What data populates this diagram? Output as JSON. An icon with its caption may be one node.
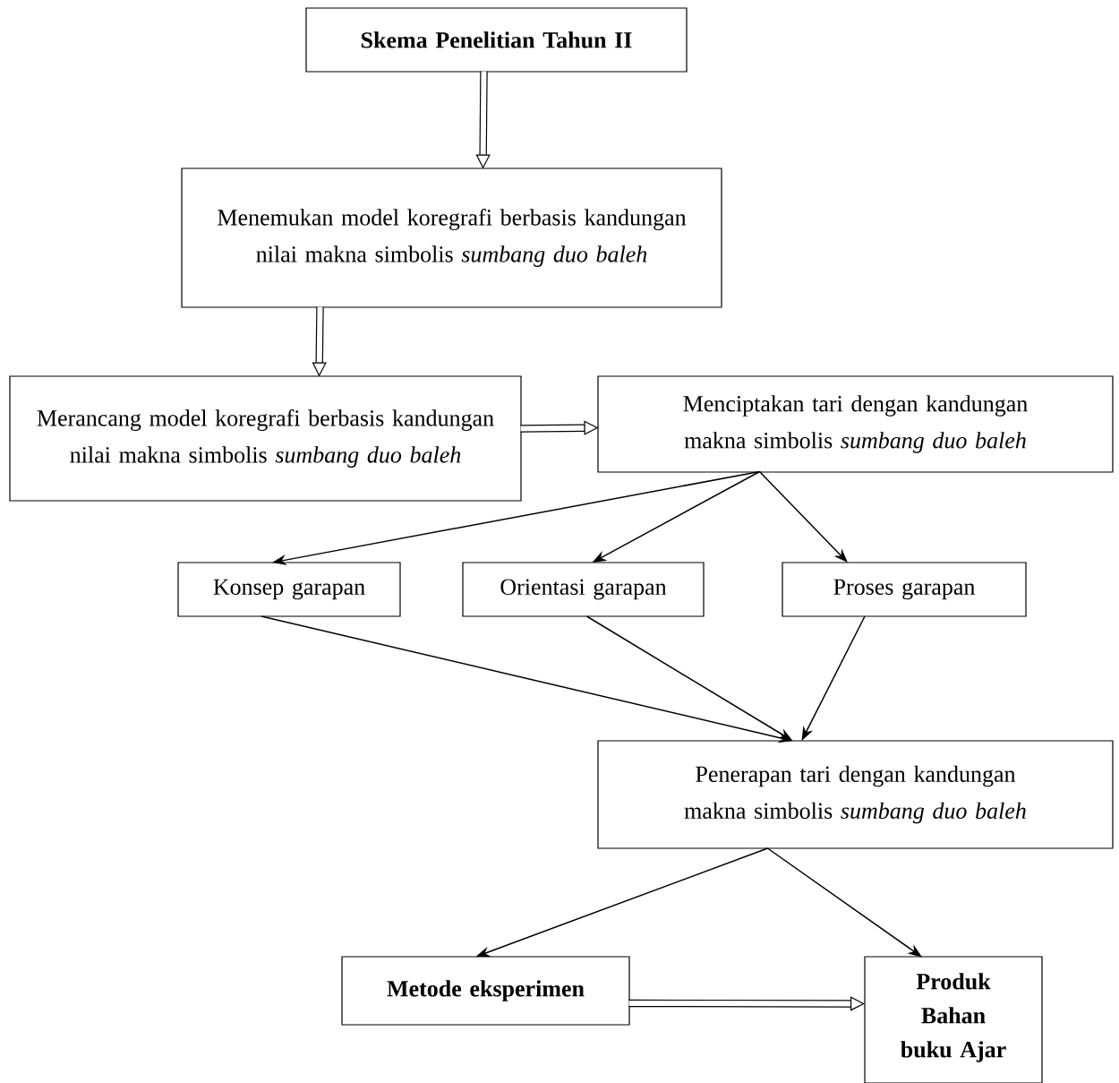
{
  "diagram": {
    "nodes": [
      {
        "text": [
          "Skema Penelitian Tahun II"
        ]
      },
      {
        "text": [
          "Menemukan model koregrafi berbasis kandungan nilai makna simbolis *sumbang duo baleh*"
        ]
      },
      {
        "text": [
          "Merancang model koregrafi berbasis kandungan nilai makna simbolis *sumbang duo baleh*"
        ]
      },
      {
        "text": [
          "Menciptakan tari dengan kandungan makna simbolis *sumbang duo baleh*"
        ]
      },
      {
        "text": [
          "Konsep garapan"
        ]
      },
      {
        "text": [
          "Orientasi garapan"
        ]
      },
      {
        "text": [
          "Proses garapan"
        ]
      },
      {
        "text": [
          "Penerapan tari dengan kandungan makna simbolis *sumbang duo baleh*"
        ]
      },
      {
        "text": [
          "Metode eksperimen"
        ]
      },
      {
        "text": [
          "Produk Bahan buku Ajar"
        ]
      }
    ],
    "edges": [
      {
        "from": 0,
        "to": 1,
        "arrow": "to",
        "style": "thick"
      },
      {
        "from": 1,
        "to": 2,
        "arrow": "to",
        "style": "thick"
      },
      {
        "from": 2,
        "to": 3,
        "arrow": "to",
        "style": "thick"
      },
      {
        "from": 3,
        "to": 4,
        "arrow": "to"
      },
      {
        "from": 3,
        "to": 5,
        "arrow": "to"
      },
      {
        "from": 3,
        "to": 6,
        "arrow": "to"
      },
      {
        "from": 4,
        "to": 7,
        "arrow": "to"
      },
      {
        "from": 5,
        "to": 7,
        "arrow": "to"
      },
      {
        "from": 6,
        "to": 7,
        "arrow": "to"
      },
      {
        "from": 7,
        "to": 8,
        "arrow": "to"
      },
      {
        "from": 7,
        "to": 9,
        "arrow": "to"
      },
      {
        "from": 8,
        "to": 9,
        "arrow": "to",
        "style": "thick"
      }
    ]
  }
}
